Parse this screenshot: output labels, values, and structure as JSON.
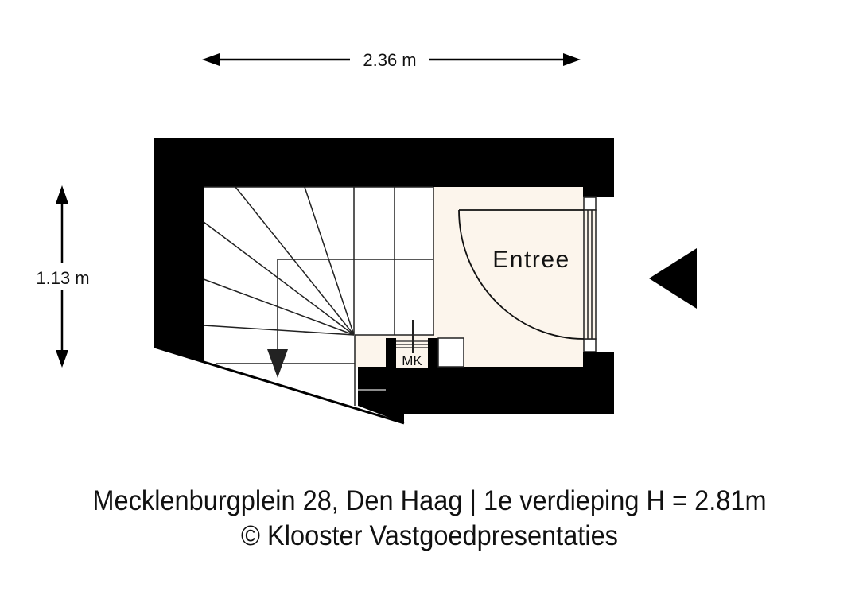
{
  "plan": {
    "dimensions": {
      "width_label": "2.36 m",
      "height_label": "1.13 m"
    },
    "rooms": [
      {
        "label": "Entree",
        "fill": "#fcf5ec"
      }
    ],
    "fixtures": {
      "meter_cupboard_label": "MK"
    },
    "symbols": {
      "stair_direction": "arrow-down-icon",
      "entrance_marker": "entrance-triangle-icon"
    },
    "colors": {
      "wall": "#000000",
      "floor_entree": "#fcf5ec",
      "floor_stairs": "#ffffff",
      "line": "#222222"
    }
  },
  "caption": {
    "line1": "Mecklenburgplein 28, Den Haag | 1e verdieping H = 2.81m",
    "line2": "© Klooster Vastgoedpresentaties"
  }
}
